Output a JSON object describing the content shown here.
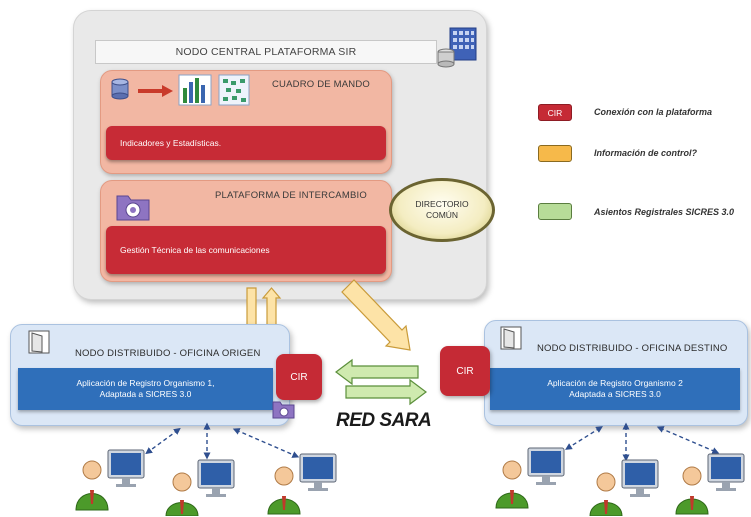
{
  "central": {
    "title": "NODO CENTRAL PLATAFORMA SIR",
    "cuadro": {
      "title": "CUADRO DE MANDO",
      "bar": "Indicadores y Estadísticas."
    },
    "intercambio": {
      "title": "PLATAFORMA DE INTERCAMBIO",
      "bar": "Gestión Técnica de las comunicaciones"
    },
    "directorio": {
      "line1": "DIRECTORIO",
      "line2": "COMÚN"
    }
  },
  "origen": {
    "title": "NODO DISTRIBUIDO - OFICINA ORIGEN",
    "app_line1": "Aplicación de Registro Organismo 1,",
    "app_line2": "Adaptada a SICRES 3.0",
    "cir": "CIR"
  },
  "destino": {
    "title": "NODO DISTRIBUIDO - OFICINA DESTINO",
    "app_line1": "Aplicación de Registro Organismo 2",
    "app_line2": "Adaptada a SICRES 3.0",
    "cir": "CIR"
  },
  "network": {
    "label": "RED SARA"
  },
  "legend": {
    "items": [
      {
        "box": "CIR",
        "label": "Conexión con la plataforma",
        "color": "#c52a35"
      },
      {
        "box": "",
        "label": "Información de control?",
        "color": "#f6b94a"
      },
      {
        "box": "",
        "label": "Asientos Registrales SICRES 3.0",
        "color": "#b7dc98"
      }
    ]
  },
  "colors": {
    "cir_red": "#c52a35",
    "panel_salmon": "#f2b7a3",
    "node_blue": "#dbe7f6",
    "app_blue": "#2f6fba",
    "control_orange": "#f6b94a",
    "asiento_green": "#b7dc98"
  },
  "icons": [
    "database-server-icon",
    "bar-chart-icon",
    "grid-chart-icon",
    "gear-folder-icon",
    "door-icon",
    "user-computer-icon",
    "dashed-double-arrow-icon"
  ]
}
